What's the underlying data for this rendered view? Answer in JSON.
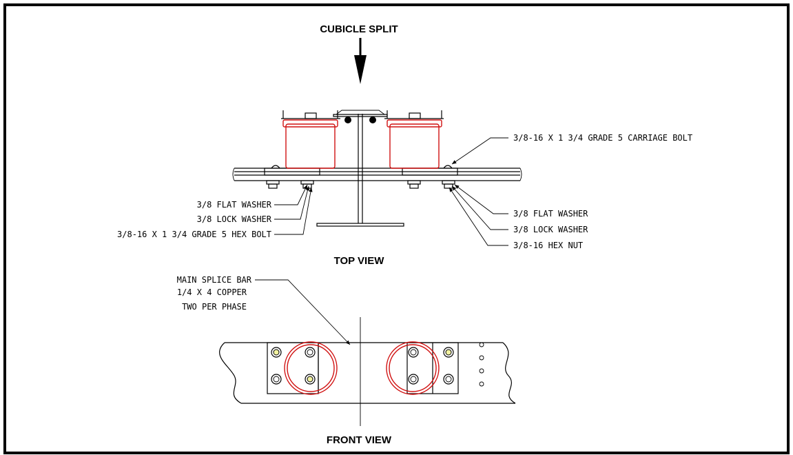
{
  "headings": {
    "cubicle_split": "CUBICLE SPLIT",
    "top_view": "TOP VIEW",
    "front_view": "FRONT VIEW"
  },
  "callouts": {
    "carriage_bolt": "3/8-16 X 1 3/4 GRADE 5 CARRIAGE BOLT",
    "left_flat_washer": "3/8 FLAT WASHER",
    "left_lock_washer": "3/8 LOCK WASHER",
    "hex_bolt": "3/8-16 X 1 3/4 GRADE 5 HEX BOLT",
    "right_flat_washer": "3/8 FLAT WASHER",
    "right_lock_washer": "3/8 LOCK WASHER",
    "hex_nut": "3/8-16 HEX NUT",
    "splice_bar_line1": "MAIN SPLICE BAR",
    "splice_bar_line2": "1/4 X 4 COPPER",
    "splice_bar_line3": "TWO PER PHASE"
  },
  "colors": {
    "outline": "#000000",
    "insulator": "#d01010",
    "bolt_highlight": "#f2f2a0"
  }
}
